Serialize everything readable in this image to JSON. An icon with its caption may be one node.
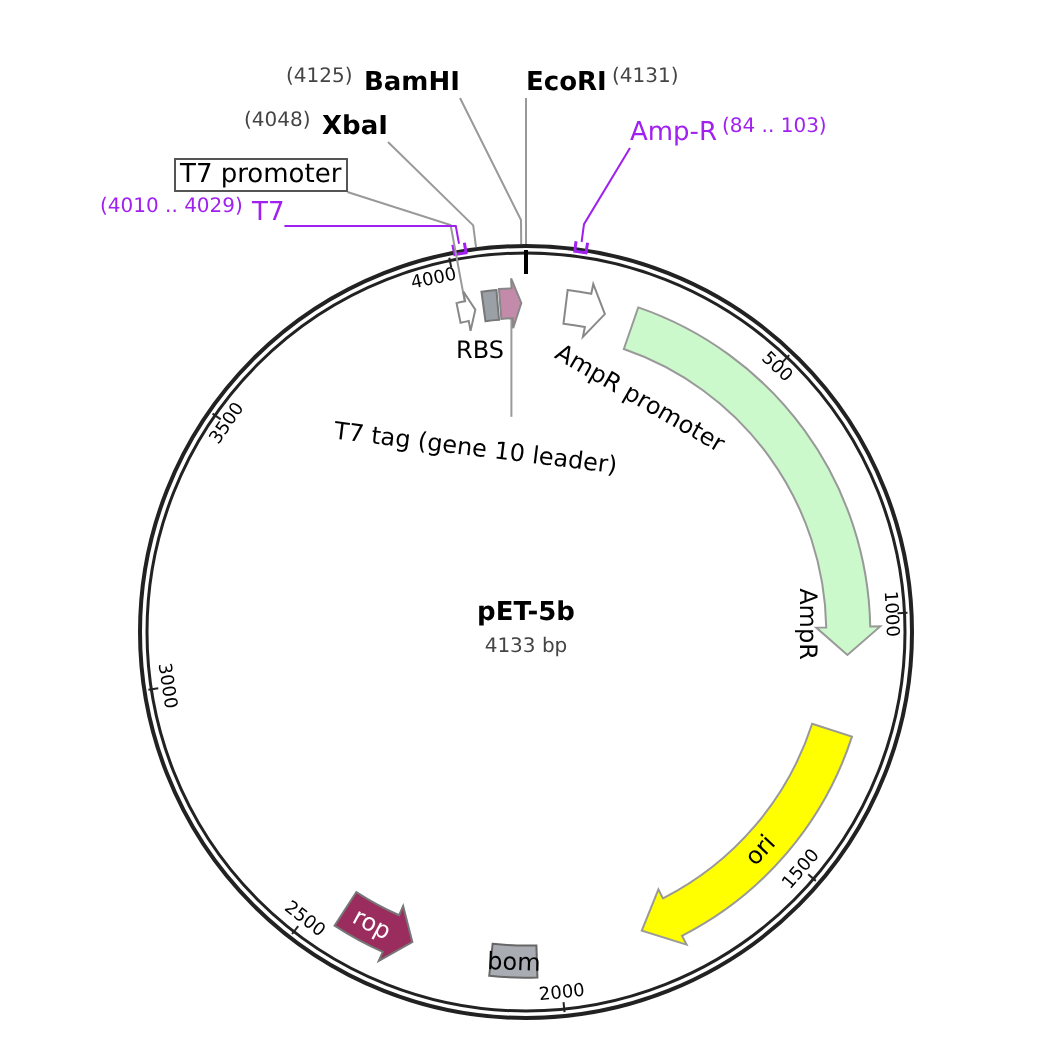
{
  "diagram": {
    "nodes": [
      {
        "text": [
          "BamHI"
        ],
        "beside": [
          "(4125)"
        ]
      },
      {
        "text": [
          "EcoRI"
        ],
        "beside": [
          "(4131)"
        ]
      },
      {
        "text": [
          "XbaI"
        ],
        "beside": [
          "(4048)"
        ]
      },
      {
        "text": [
          "Amp-R"
        ],
        "beside": [
          "(84 .. 103)"
        ]
      },
      {
        "text": [
          "T7 promoter"
        ]
      },
      {
        "text": [
          "T7"
        ],
        "beside": [
          "(4010 .. 4029)"
        ]
      },
      {
        "text": [],
        "shape": "arrow"
      },
      {
        "text": [
          "RBS"
        ]
      },
      {
        "text": [],
        "shape": "arrow"
      },
      {
        "text": [
          "T7 tag (gene 10 leader)"
        ]
      },
      {
        "text": [
          "AmpR promoter"
        ]
      },
      {
        "text": [
          "AmpR"
        ]
      },
      {
        "text": [
          "ori"
        ]
      },
      {
        "text": [
          "bom"
        ]
      },
      {
        "text": [
          "rop"
        ]
      }
    ],
    "edges": [
      {
        "from": 0,
        "to": null,
        "arrow": "none"
      },
      {
        "from": 1,
        "to": null,
        "arrow": "none"
      },
      {
        "from": 2,
        "to": null,
        "arrow": "none"
      },
      {
        "from": 3,
        "to": null,
        "arrow": "none",
        "color": "#a020f0"
      },
      {
        "from": 4,
        "to": 6,
        "arrow": "none"
      },
      {
        "from": 5,
        "to": null,
        "arrow": "none",
        "color": "#a020f0"
      },
      {
        "from": 9,
        "to": 8,
        "arrow": "none"
      }
    ],
    "labels": [
      "pET-5b",
      "4133 bp",
      "4000",
      "500",
      "1000",
      "1500",
      "2000",
      "2500",
      "3000",
      "3500"
    ]
  }
}
